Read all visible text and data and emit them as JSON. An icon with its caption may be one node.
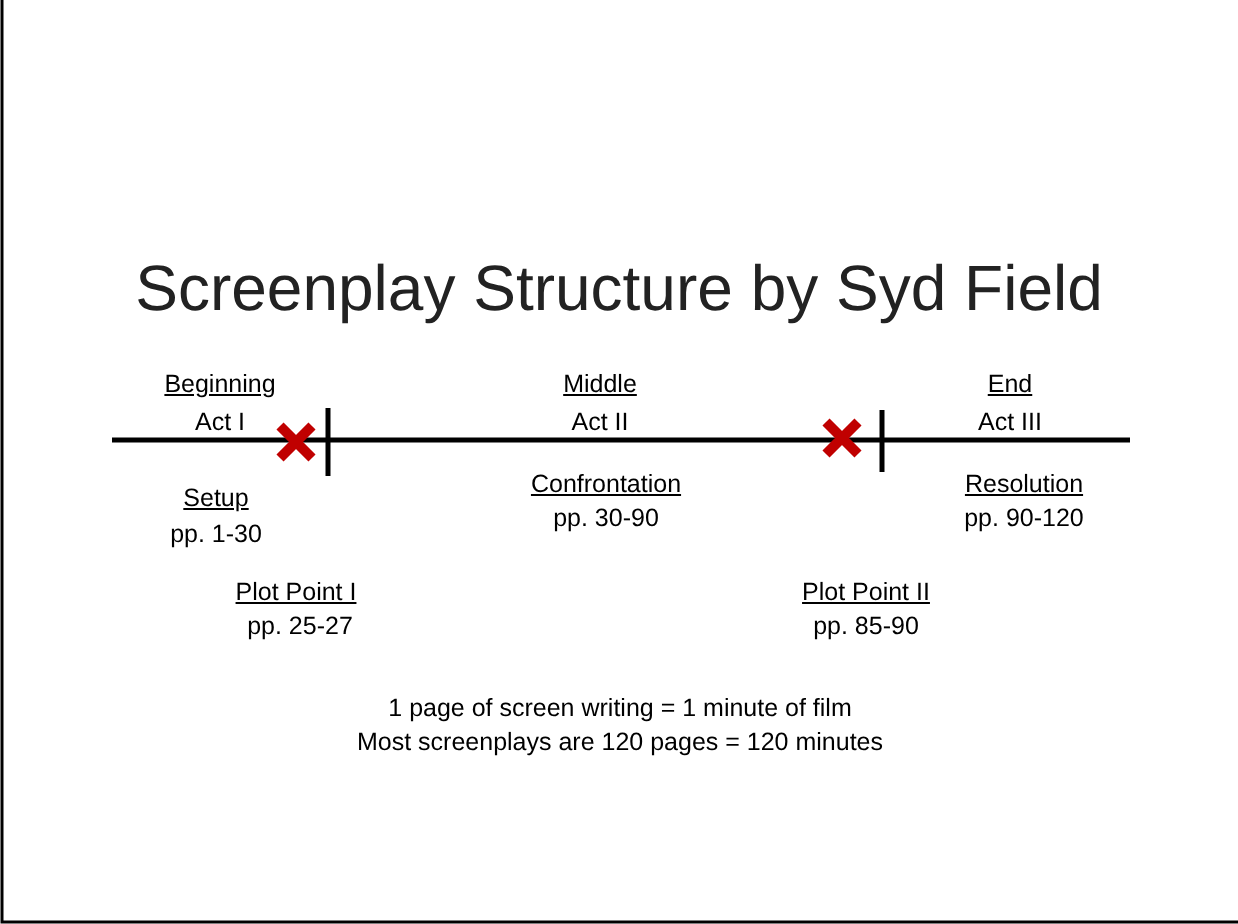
{
  "diagram": {
    "title": "Screenplay Structure by Syd Field",
    "labels": [
      "Beginning",
      "Middle",
      "End",
      "Act I",
      "Act II",
      "Act III",
      "Setup",
      "Confrontation",
      "Resolution",
      "pp. 1-30",
      "pp. 30-90",
      "pp. 90-120",
      "Plot Point I",
      "Plot Point II",
      "pp. 25-27",
      "pp. 85-90",
      "1 page of screen writing = 1 minute of film",
      "Most screenplays are 120 pages = 120 minutes"
    ]
  }
}
